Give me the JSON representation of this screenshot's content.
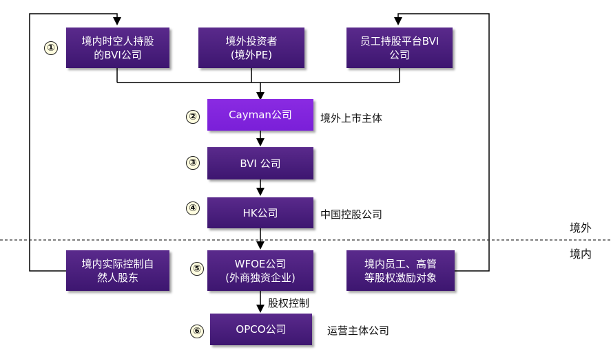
{
  "boxes": {
    "domestic_bvi": {
      "line1": "境内时空人持股",
      "line2": "的BVI公司"
    },
    "foreign_pe": {
      "line1": "境外投资者",
      "line2": "(境外PE)"
    },
    "esop_bvi": {
      "line1": "员工持股平台BVI",
      "line2": "公司"
    },
    "cayman": {
      "line1": "Cayman公司"
    },
    "bvi": {
      "line1": "BVI 公司"
    },
    "hk": {
      "line1": "HK公司"
    },
    "domestic_controller": {
      "line1": "境内实际控制自",
      "line2": "然人股东"
    },
    "wfoe": {
      "line1": "WFOE公司",
      "line2": "(外商独资企业)"
    },
    "domestic_staff": {
      "line1": "境内员工、高管",
      "line2": "等股权激励对象"
    },
    "opco": {
      "line1": "OPCO公司"
    }
  },
  "numbers": [
    "①",
    "②",
    "③",
    "④",
    "⑤",
    "⑥"
  ],
  "labels": {
    "cayman_side": "境外上市主体",
    "hk_side": "中国控股公司",
    "equity_control": "股权控制",
    "opco_side": "运营主体公司",
    "offshore": "境外",
    "onshore": "境内"
  },
  "colors": {
    "box": "#4a1f7c",
    "box_highlight": "#8a2be2",
    "line": "#000000"
  }
}
